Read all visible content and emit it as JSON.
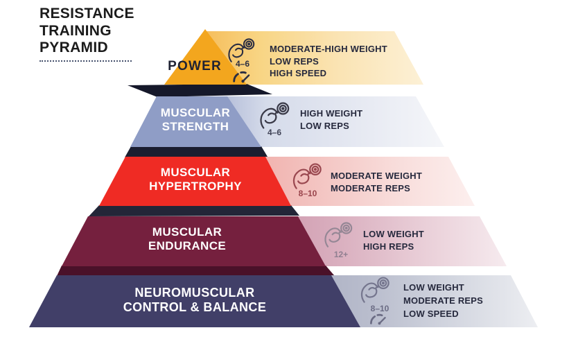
{
  "title": {
    "line1": "RESISTANCE",
    "line2": "TRAINING",
    "line3": "PYRAMID"
  },
  "colors": {
    "title_text": "#1b1b1b",
    "dotted_rule": "#44506b",
    "description_text": "#26293d",
    "shadow_dark": "#1b1e30",
    "shadow_maroon": "#4a1129"
  },
  "levels": [
    {
      "label_line1": "POWER",
      "reps": "4–6",
      "desc1": "MODERATE-HIGH WEIGHT",
      "desc2": "LOW REPS",
      "desc3": "HIGH SPEED",
      "color": "#f3a61e",
      "band_color": "#f8d584",
      "icons": [
        "bicep-dumbbell-icon",
        "speedometer-icon"
      ]
    },
    {
      "label_line1": "MUSCULAR",
      "label_line2": "STRENGTH",
      "reps": "4–6",
      "desc1": "HIGH WEIGHT",
      "desc2": "LOW REPS",
      "color": "#8f9dc6",
      "band_color": "#d5dbea",
      "icons": [
        "bicep-dumbbell-icon"
      ]
    },
    {
      "label_line1": "MUSCULAR",
      "label_line2": "HYPERTROPHY",
      "reps": "8–10",
      "desc1": "MODERATE WEIGHT",
      "desc2": "MODERATE REPS",
      "color": "#ef2b24",
      "band_color": "#f2bfbc",
      "icons": [
        "bicep-dumbbell-icon"
      ]
    },
    {
      "label_line1": "MUSCULAR",
      "label_line2": "ENDURANCE",
      "reps": "12+",
      "desc1": "LOW WEIGHT",
      "desc2": "HIGH REPS",
      "color": "#75203e",
      "band_color": "#d9aebe",
      "icons": [
        "bicep-dumbbell-icon"
      ]
    },
    {
      "label_line1": "NEUROMUSCULAR",
      "label_line2": "CONTROL & BALANCE",
      "reps": "8–10",
      "desc1": "LOW WEIGHT",
      "desc2": "MODERATE REPS",
      "desc3": "LOW SPEED",
      "color": "#413f68",
      "band_color": "#b9bdcd",
      "icons": [
        "bicep-dumbbell-icon",
        "speedometer-icon"
      ]
    }
  ]
}
